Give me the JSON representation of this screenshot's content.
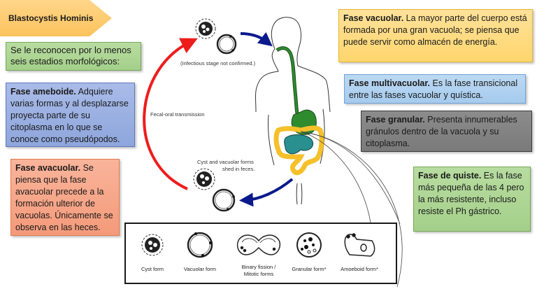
{
  "title": "Blastocystis Hominis",
  "intro": "Se le reconocen por lo menos seis estadios morfológicos:",
  "phases": {
    "ameboide": {
      "name": "Fase ameboide.",
      "text": " Adquiere varias formas y al desplazarse proyecta parte de su citoplasma en lo que se conoce como pseudópodos."
    },
    "avacuolar": {
      "name": "Fase avacuolar.",
      "text": " Se piensa que la fase avacuolar precede a la formación ulterior de vacuolas. Únicamente se observa en las heces."
    },
    "vacuolar": {
      "name": "Fase vacuolar.",
      "text": " La mayor parte del cuerpo está formada por una gran vacuola; se piensa que puede servir como almacén de energía."
    },
    "multivacuolar": {
      "name": "Fase multivacuolar.",
      "text": " Es la fase transicional entre las fases vacuolar y quística."
    },
    "granular": {
      "name": "Fase granular.",
      "text": " Presenta innumerables gránulos dentro de la vacuola y su citoplasma."
    },
    "quiste": {
      "name": "Fase de quiste.",
      "text": " Es la fase más pequeña de las 4 pero la más resistente, incluso resiste el Ph gástrico."
    }
  },
  "diagram": {
    "infectious_note": "(Infectious stage not confirmed.)",
    "transmission_label": "Fecal-oral transmission",
    "shed_label_line1": "Cyst and vacuolar forms",
    "shed_label_line2": "shed in feces.",
    "colors": {
      "red_arrow": "#ee1c1c",
      "blue_arrow": "#0a1a8c",
      "digestive_green": "#2e8b2e",
      "intestine_yellow": "#f5c02a",
      "intestine_teal": "#2a8f8f"
    }
  },
  "forms": [
    {
      "label": "Cyst form"
    },
    {
      "label": "Vacuolar form"
    },
    {
      "label": "Binary fission /",
      "label2": "Mitotic forms"
    },
    {
      "label": "Granular form*"
    },
    {
      "label": "Amoeboid form*"
    }
  ]
}
